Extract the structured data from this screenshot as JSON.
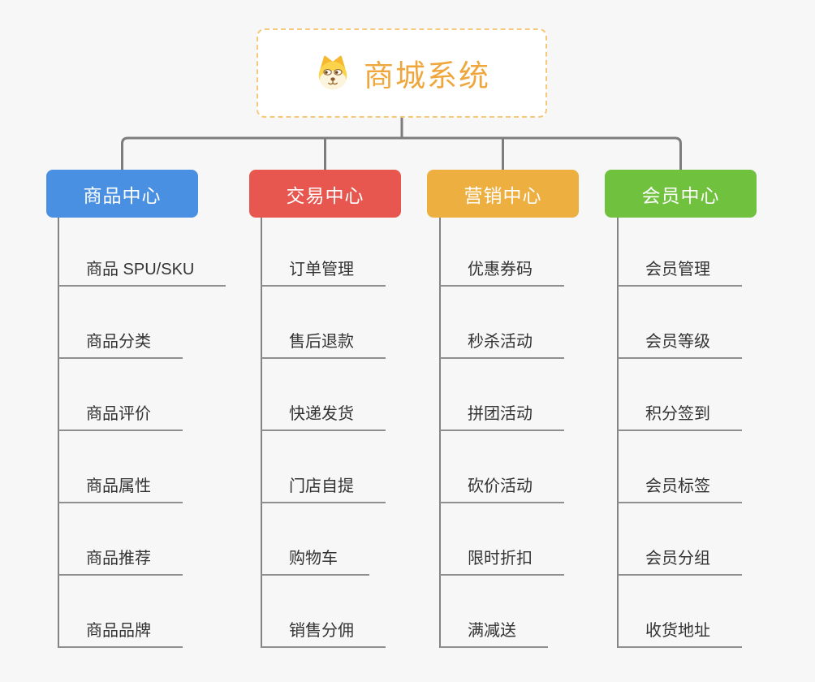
{
  "root": {
    "title": "商城系统",
    "icon": "dog-face-icon"
  },
  "branches": [
    {
      "label": "商品中心",
      "color": "#4a90e2",
      "items": [
        "商品 SPU/SKU",
        "商品分类",
        "商品评价",
        "商品属性",
        "商品推荐",
        "商品品牌"
      ]
    },
    {
      "label": "交易中心",
      "color": "#e8574f",
      "items": [
        "订单管理",
        "售后退款",
        "快递发货",
        "门店自提",
        "购物车",
        "销售分佣"
      ]
    },
    {
      "label": "营销中心",
      "color": "#ecaf40",
      "items": [
        "优惠券码",
        "秒杀活动",
        "拼团活动",
        "砍价活动",
        "限时折扣",
        "满减送"
      ]
    },
    {
      "label": "会员中心",
      "color": "#6fc13e",
      "items": [
        "会员管理",
        "会员等级",
        "积分签到",
        "会员标签",
        "会员分组",
        "收货地址"
      ]
    }
  ],
  "colors": {
    "background": "#f7f7f7",
    "connector": "#7d7d7d",
    "underline": "#8f8f8f",
    "root_text": "#efa73d",
    "root_border": "#f6c87e",
    "leaf_text": "#333333"
  }
}
